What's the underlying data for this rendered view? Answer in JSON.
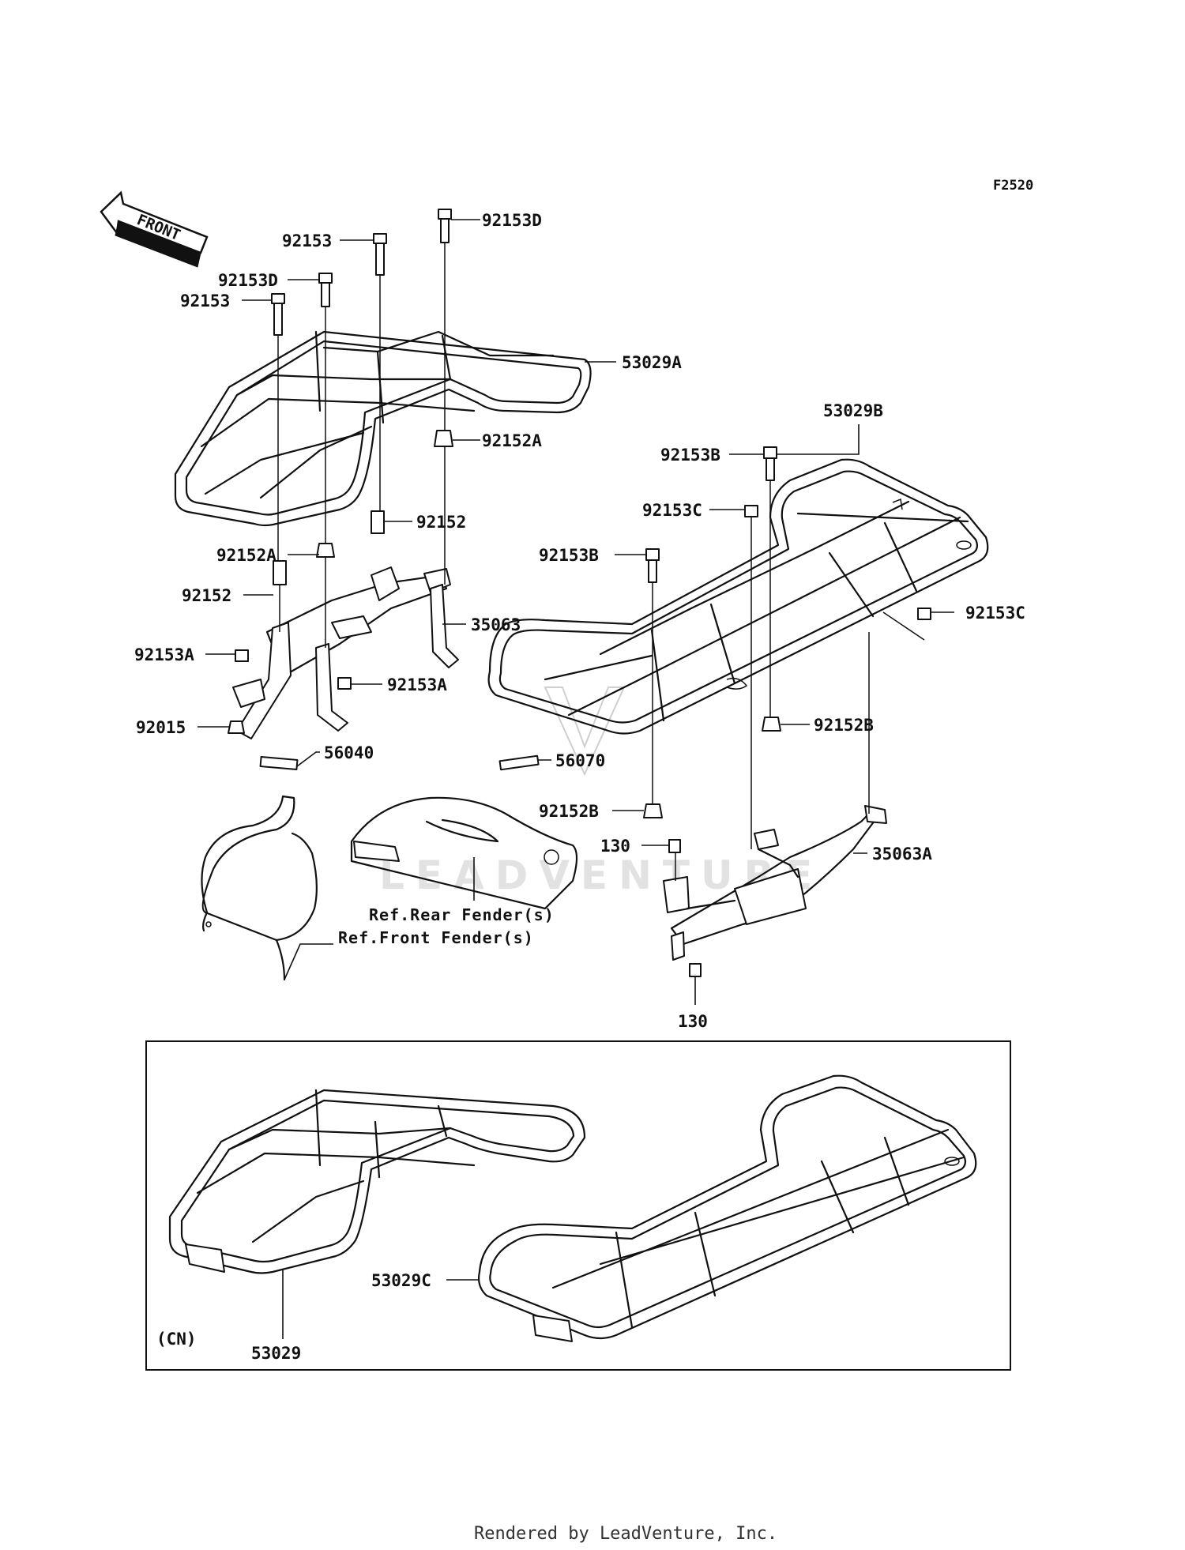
{
  "diagram_code": "F2520",
  "front_arrow_label": "FRONT",
  "watermark": "LEADVENTURE",
  "footer": "Rendered by LeadVenture, Inc.",
  "inset_tag": "(CN)",
  "labels": {
    "p92153D_top": "92153D",
    "p92153_upper": "92153",
    "p92153D_left": "92153D",
    "p92153_left": "92153",
    "p53029A": "53029A",
    "p92152A_right": "92152A",
    "p92152_mid": "92152",
    "p92152A_left": "92152A",
    "p92152_left": "92152",
    "p35063": "35063",
    "p92153A_left": "92153A",
    "p92153A_right": "92153A",
    "p92015": "92015",
    "p56040": "56040",
    "p56070": "56070",
    "p53029B": "53029B",
    "p92153B_top": "92153B",
    "p92153C_top": "92153C",
    "p92153B_mid": "92153B",
    "p92153C_right": "92153C",
    "p92152B_right": "92152B",
    "p92152B_left": "92152B",
    "p130_top": "130",
    "p35063A": "35063A",
    "p130_bottom": "130",
    "ref_rear": "Ref.Rear Fender(s)",
    "ref_front": "Ref.Front Fender(s)",
    "p53029C": "53029C",
    "p53029": "53029"
  }
}
